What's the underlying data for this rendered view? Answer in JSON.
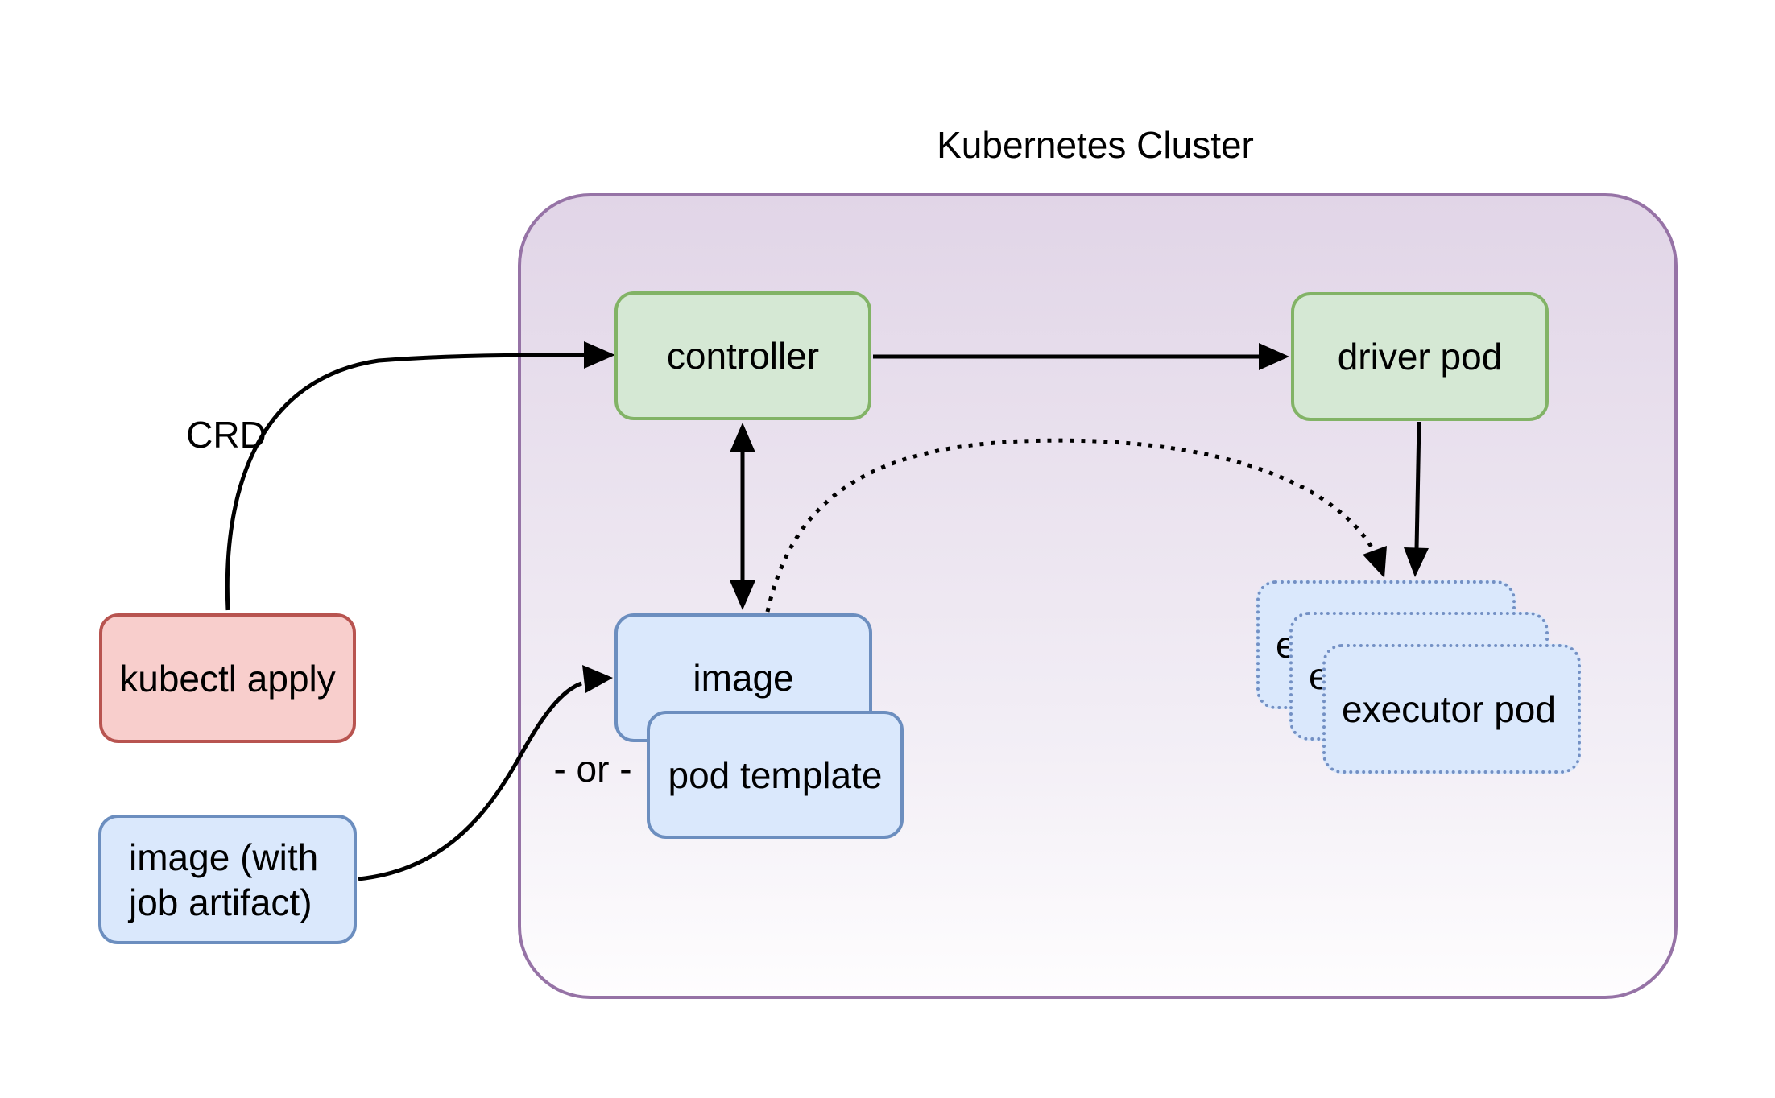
{
  "title": "Kubernetes Cluster",
  "labels": {
    "crd": "CRD",
    "or": "- or -"
  },
  "nodes": {
    "kubectl_apply": {
      "label": "kubectl apply"
    },
    "image_with_artifact": {
      "line1": "image (with",
      "line2": "job artifact)"
    },
    "controller": {
      "label": "controller"
    },
    "driver_pod": {
      "label": "driver pod"
    },
    "image": {
      "label": "image"
    },
    "pod_template": {
      "label": "pod template"
    },
    "executor_pod": {
      "label": "executor pod"
    }
  },
  "colors": {
    "purple_fill": "#e1d5e7",
    "purple_border": "#9673a6",
    "green_fill": "#d5e8d4",
    "green_border": "#82b366",
    "blue_fill": "#dae8fc",
    "blue_border": "#6c8ebf",
    "red_fill": "#f8cecc",
    "red_border": "#b85450",
    "executor_border": "#7390c4",
    "arrow_color": "#000000",
    "text_color": "#000000"
  }
}
